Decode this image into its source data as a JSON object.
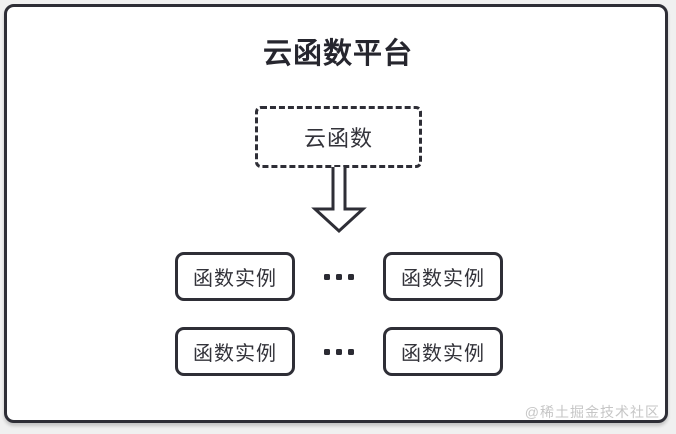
{
  "colors": {
    "ink": "#2e2e36",
    "surface": "#ffffff",
    "page_background": "#f0f0f0",
    "watermark_gray": "#c6c6c6"
  },
  "icons": {
    "arrow": "down-arrow-icon",
    "separator": "ellipsis-dots-icon"
  },
  "diagram": {
    "title": "云函数平台",
    "cloud_function": {
      "label": "云函数"
    },
    "instance_rows": [
      {
        "boxes": [
          {
            "label": "函数实例"
          },
          {
            "label": "函数实例"
          }
        ]
      },
      {
        "boxes": [
          {
            "label": "函数实例"
          },
          {
            "label": "函数实例"
          }
        ]
      }
    ],
    "watermark": "@稀土掘金技术社区"
  }
}
